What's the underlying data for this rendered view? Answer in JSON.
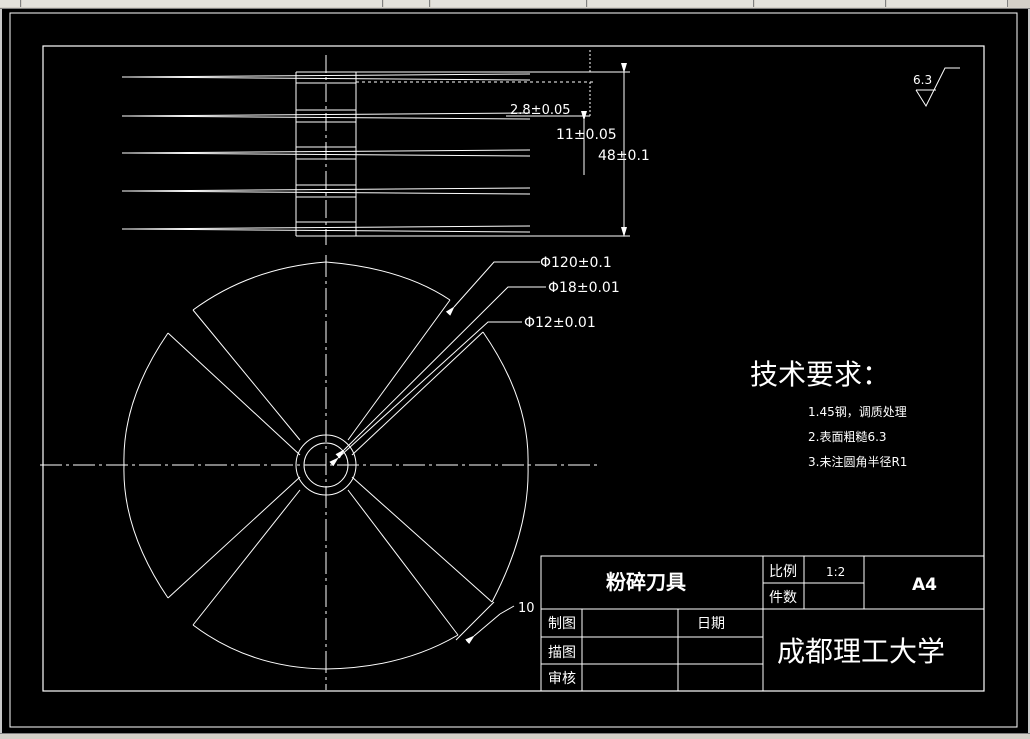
{
  "drawing": {
    "surface_finish_value": "6.3",
    "dimensions": {
      "blade_thickness": "2.8±0.05",
      "blade_spacing": "11±0.05",
      "stack_height": "48±0.1",
      "outer_diameter": "Φ120±0.1",
      "hub_diameter": "Φ18±0.01",
      "bore_diameter": "Φ12±0.01",
      "slot_width": "10"
    },
    "technical_requirements": {
      "heading": "技术要求：",
      "items": [
        "1.45钢，调质处理",
        "2.表面粗糙6.3",
        "3.未注圆角半径R1"
      ]
    }
  },
  "title_block": {
    "part_name": "粉碎刀具",
    "scale_label": "比例",
    "scale_value": "1:2",
    "quantity_label": "件数",
    "sheet_size": "A4",
    "drawn_label": "制图",
    "date_label": "日期",
    "traced_label": "描图",
    "checked_label": "审核",
    "institution": "成都理工大学"
  },
  "colors": {
    "background": "#000000",
    "lines": "#ffffff",
    "frame": "#c8c8c8"
  }
}
